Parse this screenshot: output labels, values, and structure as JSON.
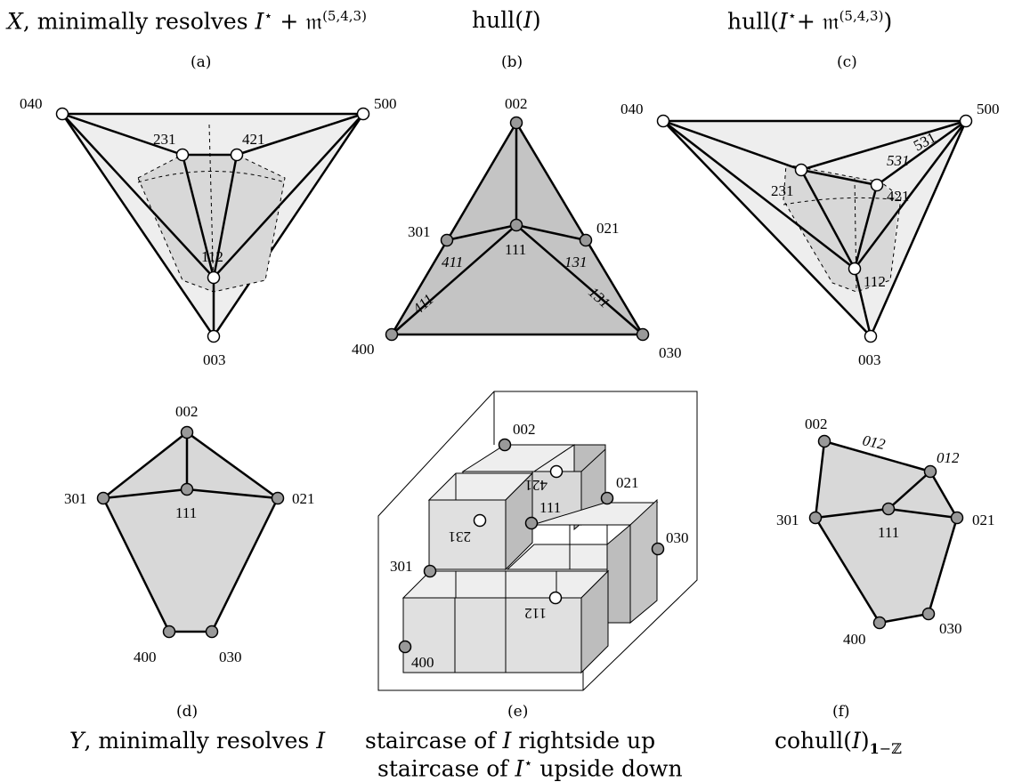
{
  "titles": {
    "a": "X, minimally resolves I⋆ + 𝔪(5,4,3)",
    "b": "hull(I)",
    "c": "hull(I⋆+ 𝔪(5,4,3))",
    "d": "Y, minimally resolves I",
    "e1": "staircase of I rightside up",
    "e2": "staircase of I⋆ upside down",
    "f": "cohull(I)₁₋ℤ"
  },
  "panels": {
    "a": "(a)",
    "b": "(b)",
    "c": "(c)",
    "d": "(d)",
    "e": "(e)",
    "f": "(f)"
  },
  "labels_a": [
    "040",
    "500",
    "231",
    "421",
    "112",
    "003"
  ],
  "labels_b": [
    "002",
    "301",
    "021",
    "111",
    "411",
    "411",
    "131",
    "131",
    "400",
    "030"
  ],
  "labels_c": [
    "040",
    "500",
    "531",
    "531",
    "231",
    "421",
    "112",
    "003"
  ],
  "labels_d": [
    "002",
    "301",
    "021",
    "111",
    "400",
    "030"
  ],
  "labels_e": [
    "002",
    "421",
    "021",
    "111",
    "231",
    "030",
    "301",
    "112",
    "400"
  ],
  "labels_f": [
    "002",
    "012",
    "012",
    "301",
    "111",
    "021",
    "400",
    "030"
  ],
  "colors": {
    "light_fill": "#eeeeee",
    "mid_fill": "#d8d8d8",
    "dark_fill": "#c4c4c4",
    "vertex_gray": "#999999"
  }
}
